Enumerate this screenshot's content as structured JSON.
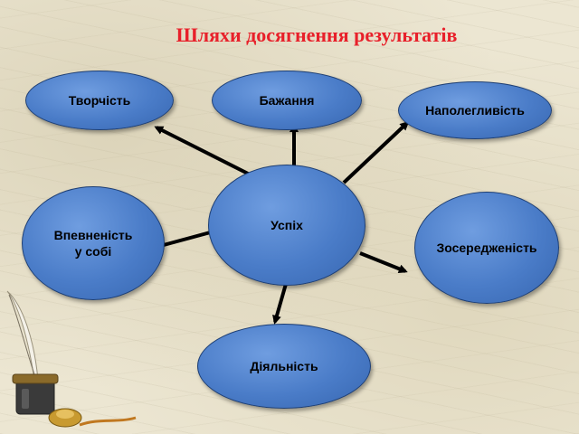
{
  "title": "Шляхи досягнення результатів",
  "colors": {
    "title": "#e8202a",
    "node_fill": "#4a7cc8",
    "node_border": "#1e3f74",
    "arrow": "#000000"
  },
  "center": {
    "label": "Успіх"
  },
  "nodes": [
    {
      "label": "Творчість"
    },
    {
      "label": "Бажання"
    },
    {
      "label": "Наполегливість"
    },
    {
      "label": "Впевненість\nу собі"
    },
    {
      "label": "Зосередженість"
    },
    {
      "label": "Діяльність"
    }
  ],
  "decoration": {
    "quill": "quill-pen-icon",
    "inkwell": "inkwell-icon"
  }
}
